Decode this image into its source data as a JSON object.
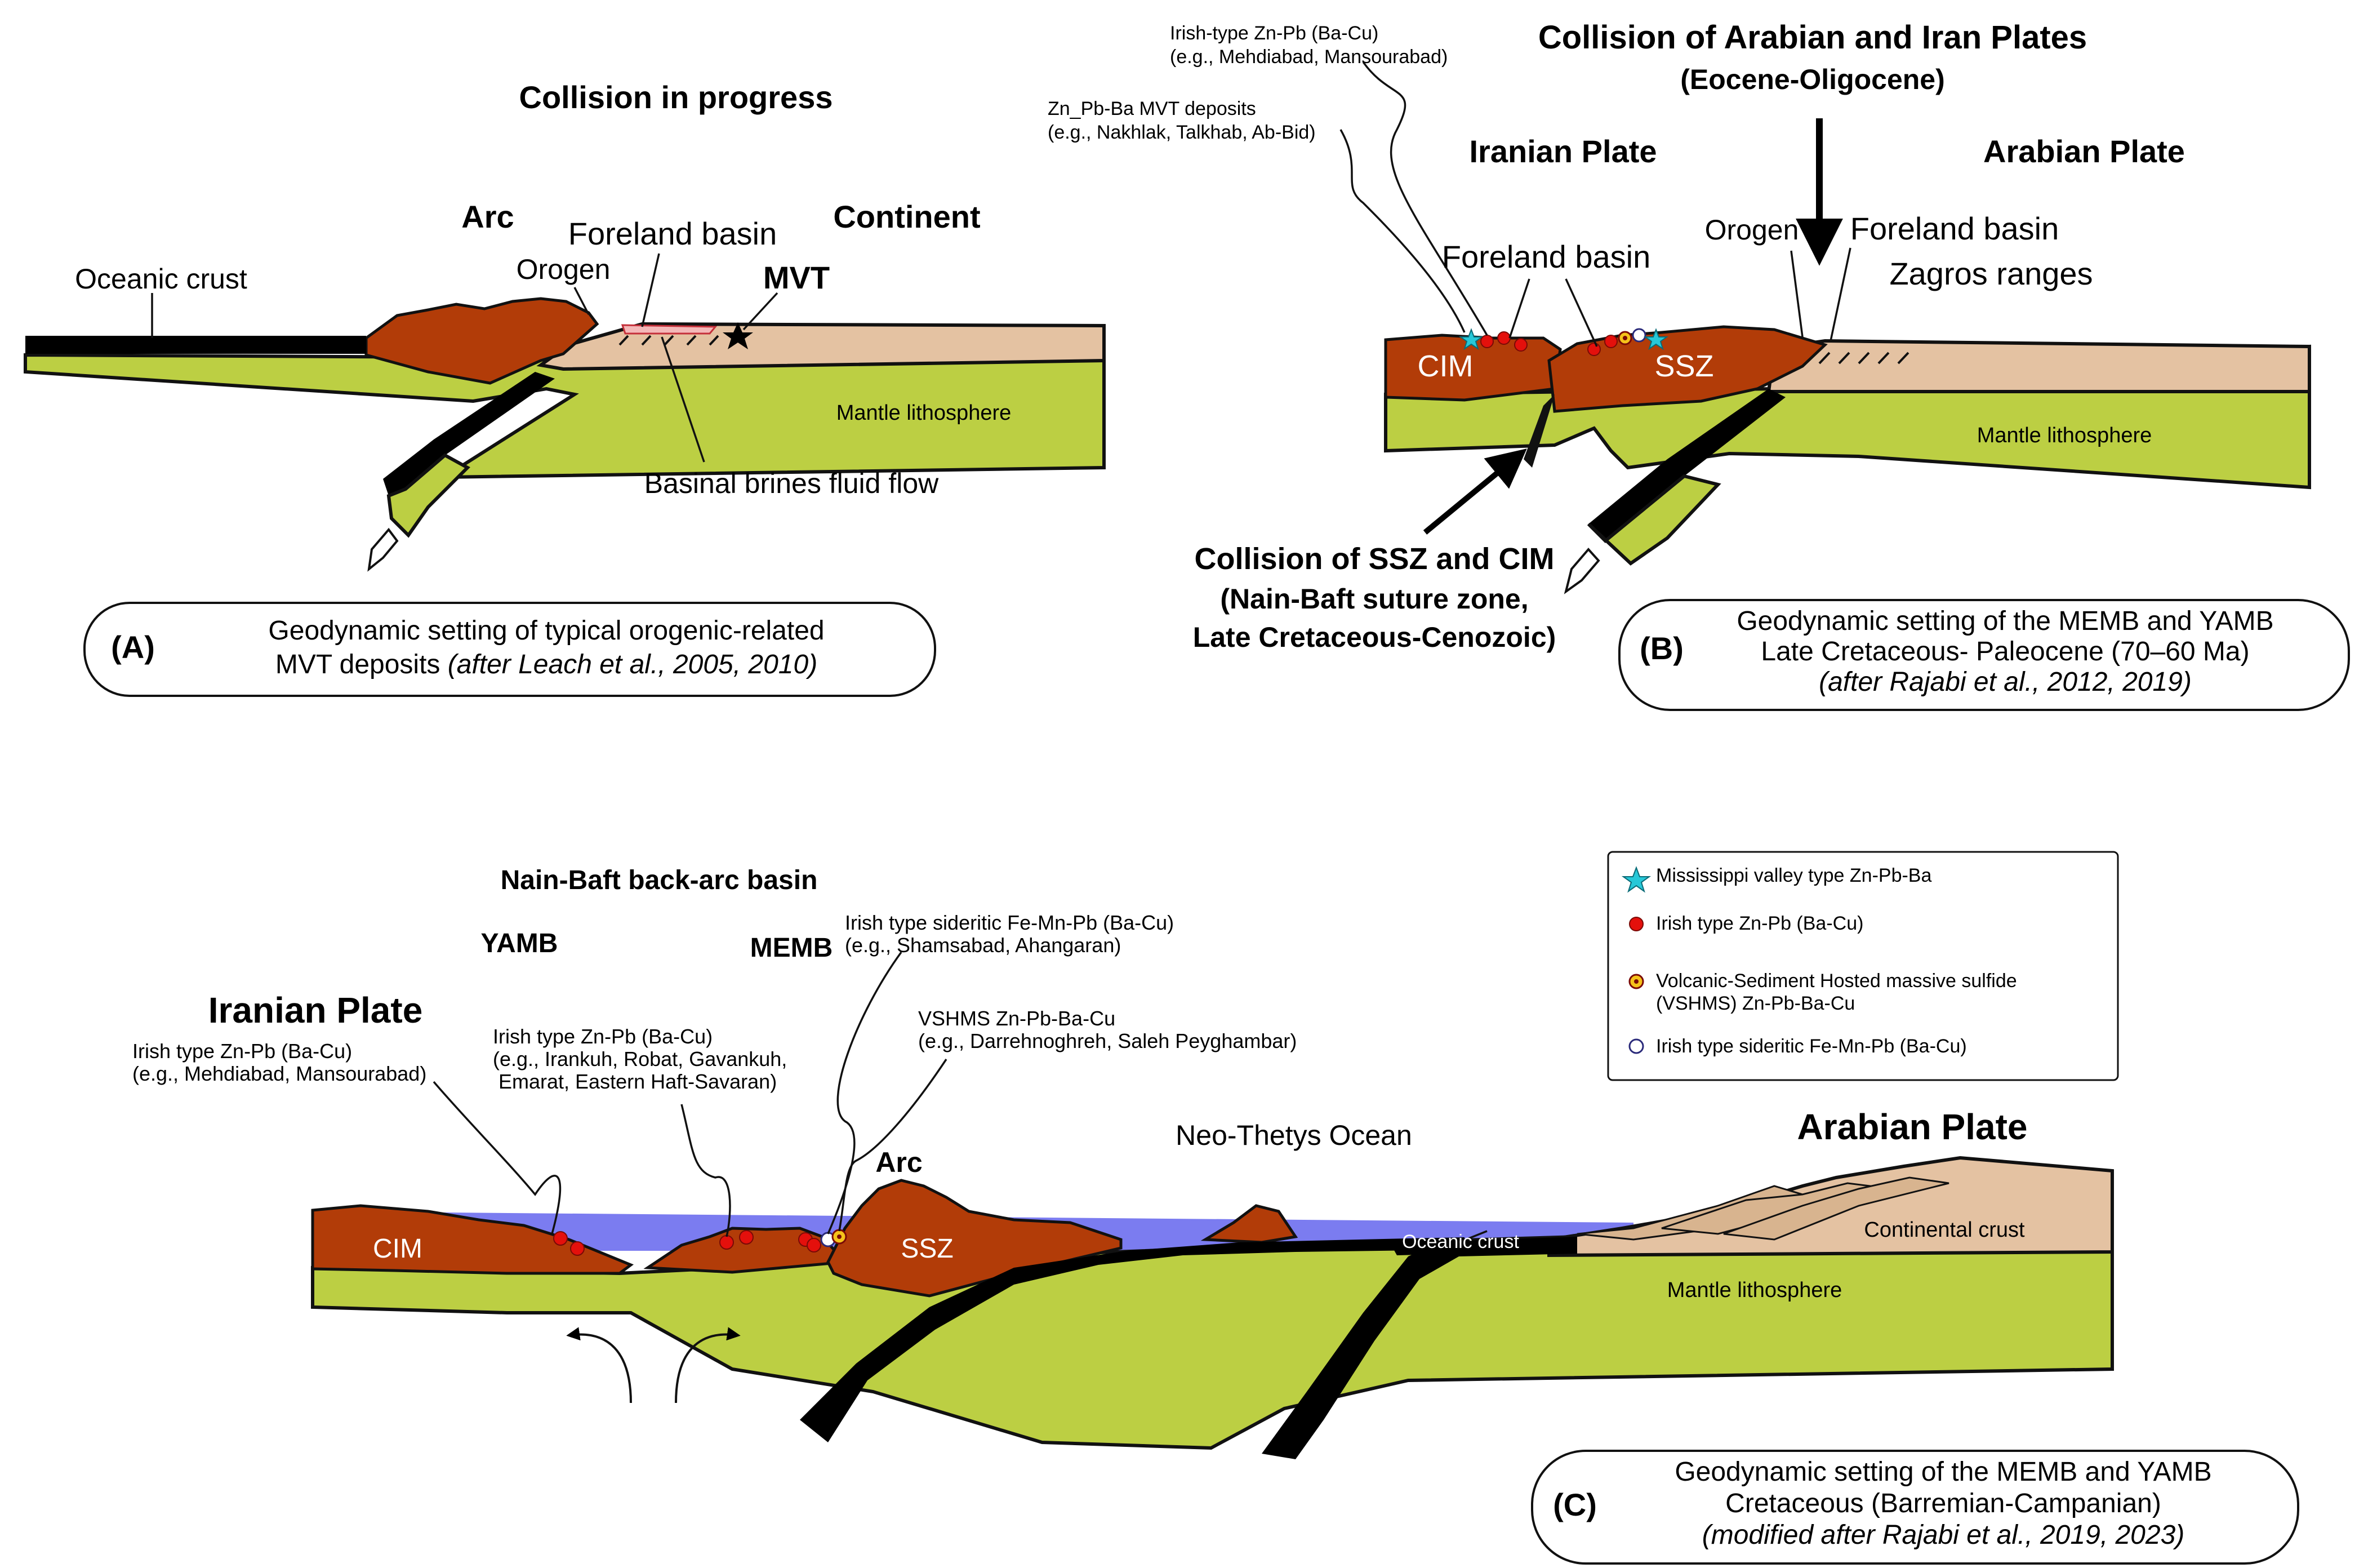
{
  "panelA": {
    "title": "Collision in progress",
    "arc": "Arc",
    "continent": "Continent",
    "foreland_basin": "Foreland basin",
    "orogen": "Orogen",
    "oceanic_crust": "Oceanic crust",
    "mvt": "MVT",
    "mantle": "Mantle lithosphere",
    "brines": "Basinal brines fluid flow",
    "caption_label": "(A)",
    "caption_line1": "Geodynamic setting of typical orogenic-related",
    "caption_line2a": "MVT deposits ",
    "caption_line2b": "(after Leach et al., 2005, 2010)"
  },
  "panelB": {
    "title1": "Collision of Arabian and Iran Plates",
    "title2": "(Eocene-Oligocene)",
    "irish_label": "Irish-type Zn-Pb (Ba-Cu)",
    "irish_eg": "(e.g., Mehdiabad, Mansourabad)",
    "mvt_label": "Zn_Pb-Ba MVT deposits",
    "mvt_eg": "(e.g., Nakhlak, Talkhab, Ab-Bid)",
    "iranian_plate": "Iranian Plate",
    "arabian_plate": "Arabian Plate",
    "foreland_left": "Foreland basin",
    "orogen": "Orogen",
    "foreland_right": "Foreland basin",
    "zagros": "Zagros ranges",
    "cim": "CIM",
    "ssz": "SSZ",
    "mantle": "Mantle lithosphere",
    "collision1": "Collision of SSZ and CIM",
    "collision2": "(Nain-Baft suture zone,",
    "collision3": "Late Cretaceous-Cenozoic)",
    "caption_label": "(B)",
    "caption_line1": "Geodynamic setting of the MEMB and YAMB",
    "caption_line2": "Late Cretaceous- Paleocene (70–60 Ma)",
    "caption_line3": "(after Rajabi et al., 2012, 2019)"
  },
  "panelC": {
    "backarc": "Nain-Baft back-arc basin",
    "yamb": "YAMB",
    "memb": "MEMB",
    "sideritic_label": "Irish type sideritic Fe-Mn-Pb (Ba-Cu)",
    "sideritic_eg": "(e.g., Shamsabad, Ahangaran)",
    "vshms_label": "VSHMS Zn-Pb-Ba-Cu",
    "vshms_eg": "(e.g., Darrehnoghreh, Saleh Peyghambar)",
    "iranian_plate": "Iranian Plate",
    "irish1_label": "Irish type Zn-Pb (Ba-Cu)",
    "irish1_eg": "(e.g., Mehdiabad, Mansourabad)",
    "irish2_label": "Irish type Zn-Pb (Ba-Cu)",
    "irish2_eg1": "(e.g., Irankuh, Robat, Gavankuh,",
    "irish2_eg2": "Emarat, Eastern Haft-Savaran)",
    "arc": "Arc",
    "neo_thetys": "Neo-Thetys Ocean",
    "arabian_plate": "Arabian Plate",
    "cim": "CIM",
    "ssz": "SSZ",
    "oceanic_crust": "Oceanic crust",
    "continental_crust": "Continental crust",
    "mantle": "Mantle lithosphere",
    "caption_label": "(C)",
    "caption_line1": "Geodynamic setting of the MEMB and YAMB",
    "caption_line2": "Cretaceous (Barremian-Campanian)",
    "caption_line3": "(modified after Rajabi et al., 2019, 2023)"
  },
  "legend": {
    "items": [
      {
        "label": "Mississippi valley type Zn-Pb-Ba",
        "icon": "cyan-star-icon"
      },
      {
        "label": "Irish type Zn-Pb (Ba-Cu)",
        "icon": "red-hexagon-icon"
      },
      {
        "label": "Volcanic-Sediment Hosted massive sulfide",
        "label2": "(VSHMS) Zn-Pb-Ba-Cu",
        "icon": "yellow-ring-dot-icon"
      },
      {
        "label": "Irish type sideritic Fe-Mn-Pb (Ba-Cu)",
        "icon": "open-hexagon-icon"
      }
    ]
  },
  "colors": {
    "continental_crust": "#e4c2a2",
    "mantle": "#bccf43",
    "arc": "#b23c08",
    "sea": "#7b7cf0",
    "deposit_red": "#e4100c",
    "mvt_cyan": "#27c8d8"
  }
}
